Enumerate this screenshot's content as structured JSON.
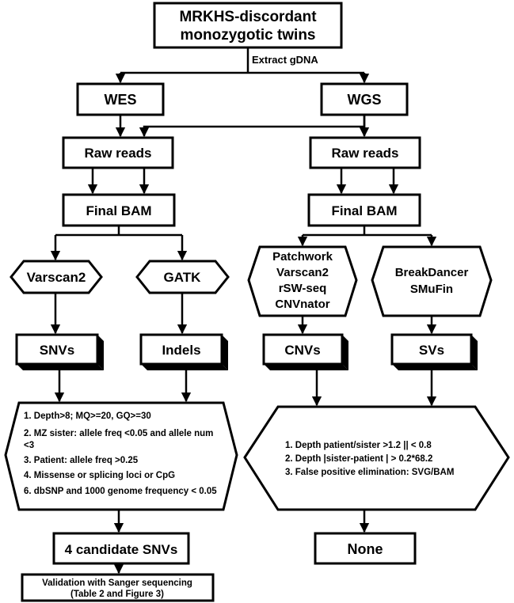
{
  "nodes": {
    "start": [
      "MRKHS-discordant",
      "monozygotic twins"
    ],
    "extract": "Extract gDNA",
    "wes": "WES",
    "wgs": "WGS",
    "raw_left": "Raw reads",
    "raw_right": "Raw reads",
    "bam_left": "Final BAM",
    "bam_right": "Final BAM",
    "varscan2": "Varscan2",
    "gatk": "GATK",
    "cnv_tools": [
      "Patchwork",
      "Varscan2",
      "rSW-seq",
      "CNVnator"
    ],
    "sv_tools": [
      "BreakDancer",
      "SMuFin"
    ],
    "snvs": "SNVs",
    "indels": "Indels",
    "cnvs": "CNVs",
    "svs": "SVs",
    "filter_left": [
      "1. Depth>8; MQ>=20, GQ>=30",
      "2. MZ sister:  allele freq <0.05  and allele num",
      "<3",
      "3. Patient: allele freq >0.25",
      "4. Missense or splicing loci or CpG",
      "6. dbSNP and 1000 genome frequency < 0.05"
    ],
    "filter_right": [
      "1. Depth patient/sister  >1.2 || < 0.8",
      "2. Depth |sister-patient | > 0.2*68.2",
      "3. False positive elimination: SVG/BAM"
    ],
    "candidates": "4 candidate SNVs",
    "none": "None",
    "validation": [
      "Validation with Sanger sequencing",
      "(Table 2 and Figure 3)"
    ]
  },
  "colors": {
    "stroke": "#000000",
    "fill": "#ffffff"
  }
}
